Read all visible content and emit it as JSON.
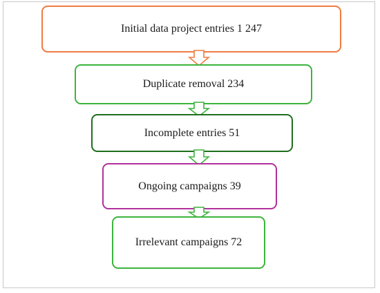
{
  "flow": {
    "steps": [
      {
        "label": "Initial data project entries 1 247",
        "color": "#f07b3f"
      },
      {
        "label": "Duplicate removal 234",
        "color": "#3cb43c"
      },
      {
        "label": "Incomplete entries 51",
        "color": "#1e6e1e"
      },
      {
        "label": "Ongoing campaigns 39",
        "color": "#b0309c"
      },
      {
        "label": "Irrelevant campaigns 72",
        "color": "#3cb43c"
      }
    ],
    "arrows": [
      {
        "color": "#f07b3f"
      },
      {
        "color": "#3cb43c"
      },
      {
        "color": "#3cb43c"
      },
      {
        "color": "#3cb43c"
      }
    ]
  }
}
